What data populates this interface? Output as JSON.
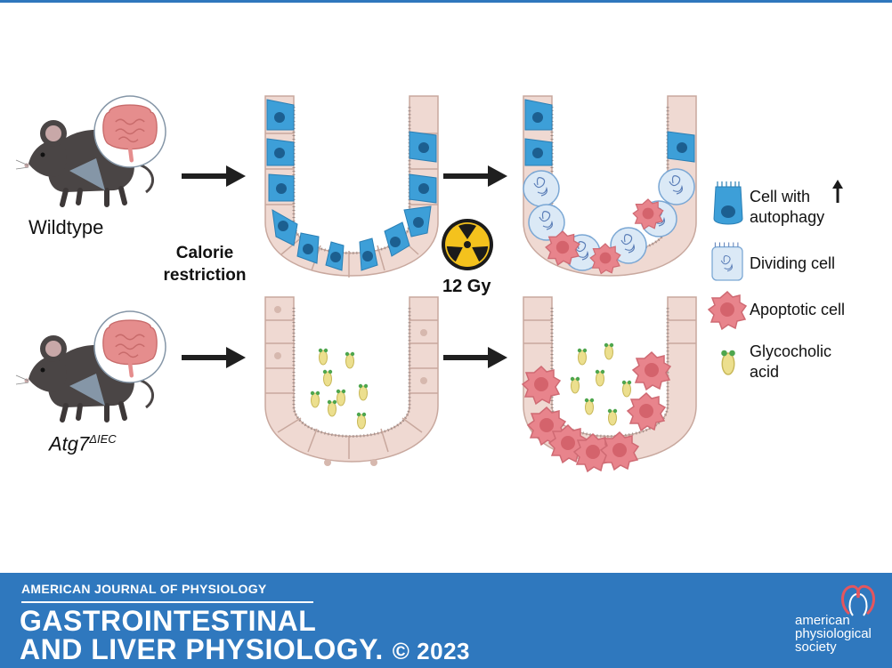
{
  "rows": {
    "wildtype_label": "Wildtype",
    "knockout_base": "Atg7",
    "knockout_superscript": "ΔIEC"
  },
  "steps": {
    "calorie_line1": "Calorie",
    "calorie_line2": "restriction",
    "radiation_dose": "12 Gy"
  },
  "legend": {
    "autophagy_line1": "Cell with",
    "autophagy_line2": "autophagy",
    "dividing": "Dividing cell",
    "apoptotic": "Apoptotic cell",
    "bile_line1": "Glycocholic",
    "bile_line2": "acid"
  },
  "footer": {
    "journal": "AMERICAN JOURNAL OF PHYSIOLOGY",
    "title_line1": "GASTROINTESTINAL",
    "title_line2": "AND LIVER PHYSIOLOGY.",
    "copyright": "© 2023",
    "society_line1": "american",
    "society_line2": "physiological",
    "society_line3": "society"
  },
  "colors": {
    "brand_blue": "#2f78be",
    "autophagy_cell": "#3d9fd8",
    "epithelium": "#efd9d2",
    "apoptotic": "#e8848c",
    "bile_acid": "#ecdf8e"
  },
  "icons": [
    "mouse-icon",
    "intestine-icon",
    "arrow-right-icon",
    "radiation-icon",
    "arrow-up-icon",
    "society-logo-icon"
  ]
}
